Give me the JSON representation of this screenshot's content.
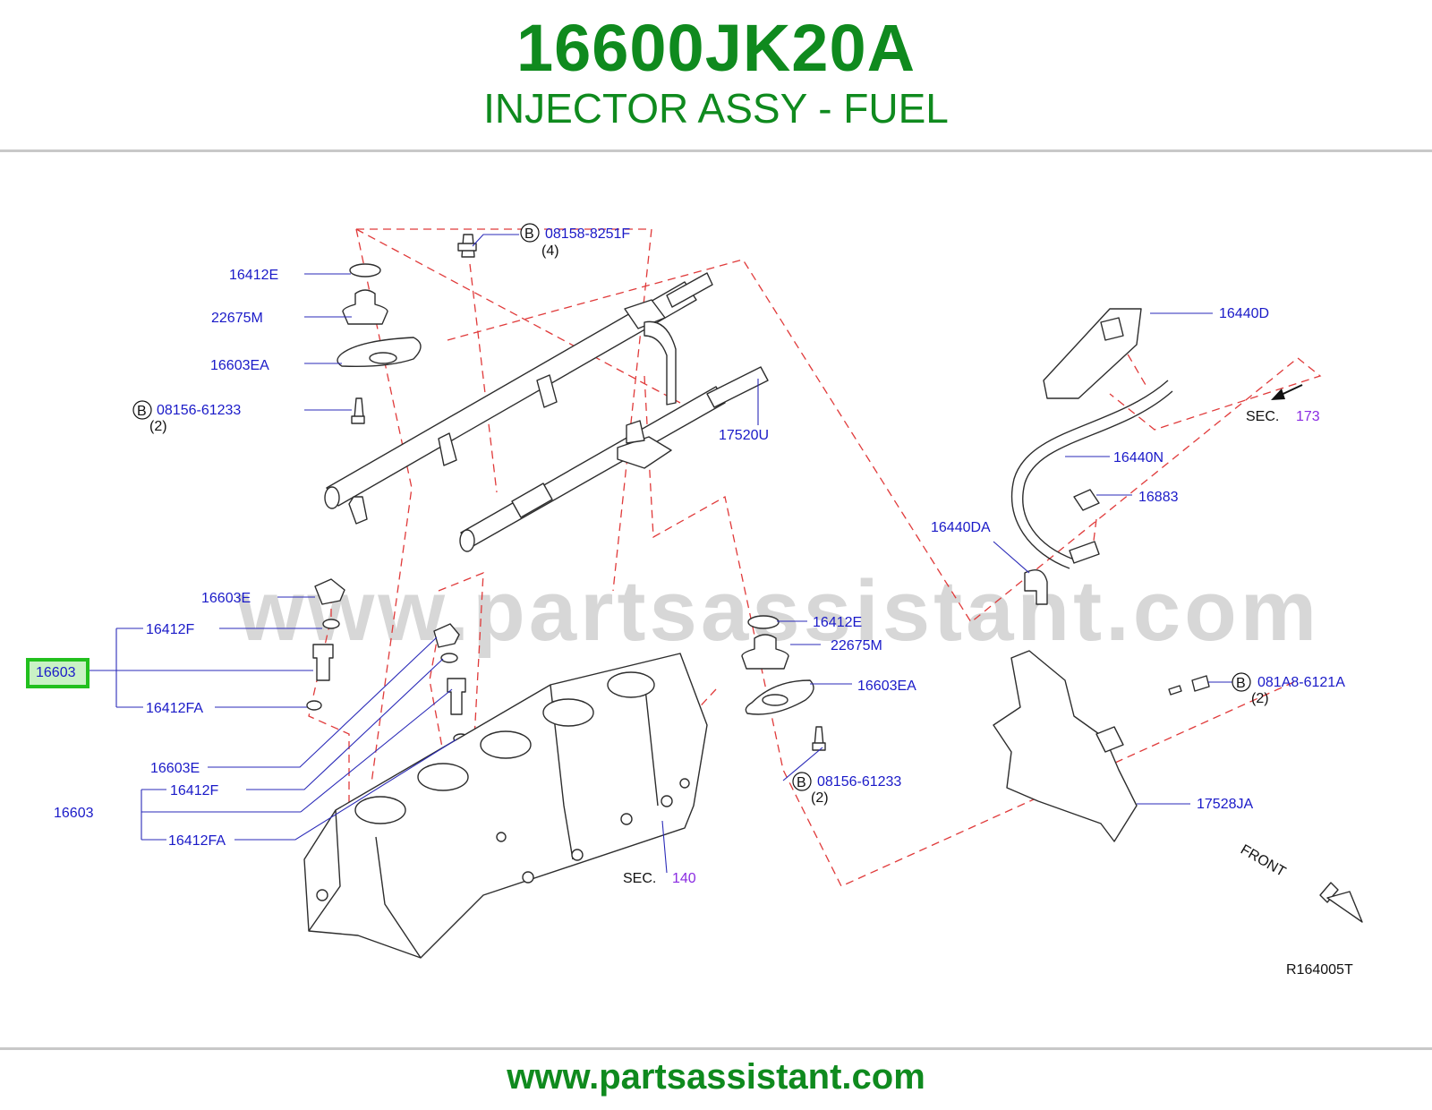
{
  "header": {
    "part_number": "16600JK20A",
    "part_name": "INJECTOR ASSY - FUEL"
  },
  "watermark": "www.partsassistant.com",
  "footer": {
    "url": "www.partsassistant.com"
  },
  "colors": {
    "brand_green": "#0f8a1e",
    "label_blue": "#1a1ac8",
    "dash_red": "#e03a3a",
    "highlight": "#22c01e",
    "sec_purple": "#8a2be2"
  },
  "labels": {
    "bolt_top": {
      "circle": "B",
      "code": "08158-8251F",
      "qty": "(4)"
    },
    "l_16412E_top": "16412E",
    "l_22675M_top": "22675M",
    "l_16603EA_top": "16603EA",
    "bolt_left": {
      "circle": "B",
      "code": "08156-61233",
      "qty": "(2)"
    },
    "l_16603E_a": "16603E",
    "l_16412F_a": "16412F",
    "l_16603_highlight": "16603",
    "l_16412FA_a": "16412FA",
    "l_16603E_b": "16603E",
    "l_16412F_b": "16412F",
    "l_16603_b": "16603",
    "l_16412FA_b": "16412FA",
    "l_17520U": "17520U",
    "l_16412E_mid": "16412E",
    "l_22675M_mid": "22675M",
    "l_16603EA_mid": "16603EA",
    "bolt_mid": {
      "circle": "B",
      "code": "08156-61233",
      "qty": "(2)"
    },
    "sec_140": {
      "prefix": "SEC.",
      "num": "140"
    },
    "l_16440D": "16440D",
    "sec_173": {
      "prefix": "SEC.",
      "num": "173"
    },
    "l_16440N": "16440N",
    "l_16883": "16883",
    "l_16440DA": "16440DA",
    "bolt_right": {
      "circle": "B",
      "code": "081A8-6121A",
      "qty": "(2)"
    },
    "l_17528JA": "17528JA",
    "front": "FRONT",
    "ref_code": "R164005T"
  }
}
